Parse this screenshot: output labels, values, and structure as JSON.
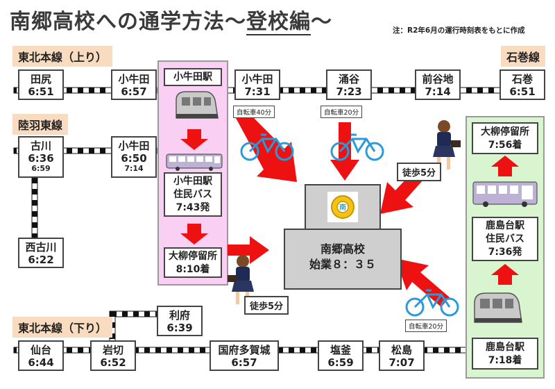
{
  "title": {
    "main": "南郷高校への通学方法～",
    "underlined": "登校編",
    "tail": "～"
  },
  "note": "注：R2年6月の運行時刻表をもとに作成",
  "lines": {
    "tohoku_up": "東北本線（上り）",
    "rikuu_east": "陸羽東線",
    "ishinomaki": "石巻線",
    "tohoku_down": "東北本線（下り）"
  },
  "stations": {
    "tajiri": {
      "name": "田尻",
      "time": "6:51"
    },
    "kogota_up": {
      "name": "小牛田",
      "time": "6:57"
    },
    "kogota_top": {
      "name": "小牛田",
      "time": "7:31"
    },
    "wakuya": {
      "name": "涌谷",
      "time": "7:23"
    },
    "maeyachi": {
      "name": "前谷地",
      "time": "7:14"
    },
    "ishinomaki": {
      "name": "石巻",
      "time": "6:51"
    },
    "furukawa": {
      "name": "古川",
      "time": "6:36",
      "sub": "6:59"
    },
    "kogota_rikuu": {
      "name": "小牛田",
      "time": "6:50",
      "sub": "7:14"
    },
    "nishifurukawa": {
      "name": "西古川",
      "time": "6:22"
    },
    "rifu": {
      "name": "利府",
      "time": "6:39"
    },
    "sendai": {
      "name": "仙台",
      "time": "6:44"
    },
    "iwakiri": {
      "name": "岩切",
      "time": "6:52"
    },
    "kokufu": {
      "name": "国府多賀城",
      "time": "6:57"
    },
    "shiogama": {
      "name": "塩釜",
      "time": "6:59"
    },
    "matsushima": {
      "name": "松島",
      "time": "7:07"
    }
  },
  "left_panel": {
    "station": "小牛田駅",
    "bus_line1": "小牛田駅",
    "bus_line2": "住民バス",
    "bus_time": "7:43発",
    "stop_line1": "大柳停留所",
    "stop_time": "8:10着"
  },
  "right_panel": {
    "stop_line1": "大柳停留所",
    "stop_time": "7:56着",
    "bus_line1": "鹿島台駅",
    "bus_line2": "住民バス",
    "bus_time": "7:36発",
    "station_line1": "鹿島台駅",
    "station_time": "7:18着"
  },
  "school": {
    "name": "南郷高校",
    "start": "始業８：３５"
  },
  "tags": {
    "bike40": "自転車40分",
    "bike20_top": "自転車20分",
    "walk5_top": "徒歩5分",
    "walk5_bottom": "徒歩5分",
    "bike20_bottom": "自転車20分"
  },
  "colors": {
    "arrow": "#ee1111",
    "left_panel": "#f9d0f3",
    "right_panel": "#d9f5cf",
    "label_bg": "#f9dcc0"
  }
}
